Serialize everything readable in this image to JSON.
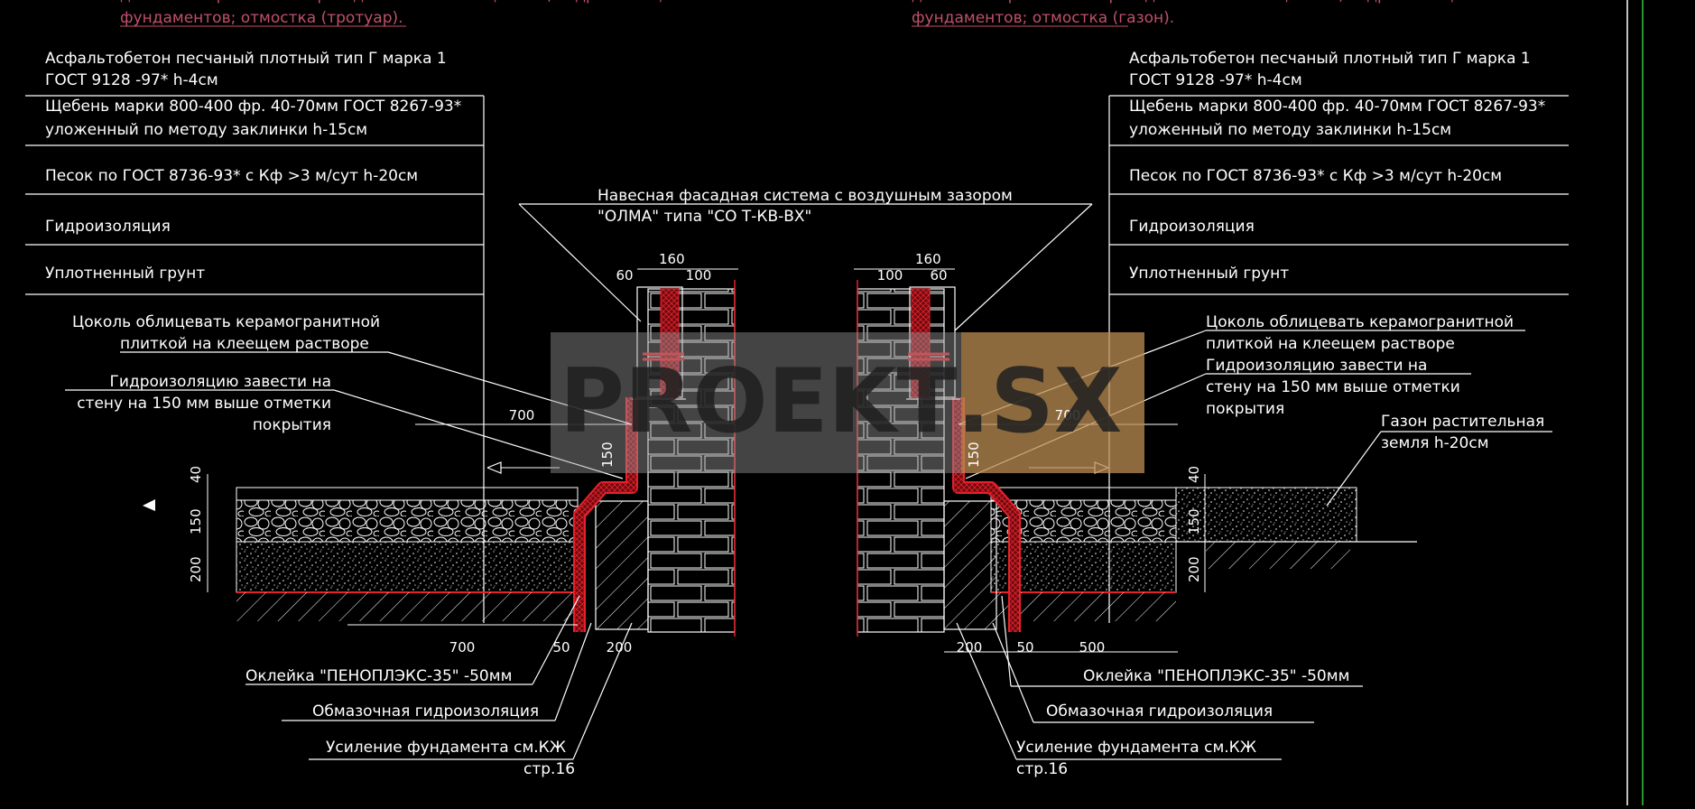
{
  "colors": {
    "background": "#000000",
    "line": "#ffffff",
    "accent_red": "#e8202a",
    "note_red": "#c0506a",
    "watermark_gray": "#9a9a9a",
    "watermark_orange": "#c88a3a",
    "frame_green": "#37c837"
  },
  "left": {
    "header_line1": "детали от примыкание фасадной системы к цоколю; гидроизоляции стен и",
    "header_line2": "фундаментов; отмостка (тротуар).",
    "layers": [
      {
        "line1": "Асфальтобетон песчаный плотный тип Г марка 1",
        "line2": "ГОСТ 9128 -97* h-4см"
      },
      {
        "line1": "Щебень марки 800-400 фр. 40-70мм ГОСТ 8267-93*",
        "line2": "уложенный по методу заклинки h-15см"
      },
      {
        "line1": "Песок по ГОСТ 8736-93* с Кф >3 м/сут h-20см",
        "line2": ""
      },
      {
        "line1": "Гидроизоляция",
        "line2": ""
      },
      {
        "line1": "Уплотненный грунт",
        "line2": ""
      }
    ],
    "plinth_note": [
      "Цоколь облицевать керамогранитной",
      "плиткой на клеещем растворе"
    ],
    "waterproof_note": [
      "Гидроизоляцию завести на",
      "стену на 150 мм выше отметки",
      "покрытия"
    ],
    "bottom_notes": [
      "Оклейка \"ПЕНОПЛЭКС-35\" -50мм",
      "Обмазочная гидроизоляция",
      "Усиление фундамента см.КЖ",
      "стр.16"
    ],
    "dims": {
      "d700_top": "700",
      "d700_bottom": "700",
      "d50": "50",
      "d200": "200",
      "d160": "160",
      "d60": "60",
      "d100": "100",
      "d150_v": "150",
      "d40": "40",
      "d150": "150",
      "d200_v": "200"
    }
  },
  "right": {
    "header_line1": "детали от примыкание фасадной системы к цоколю; гидроизоляции стен и",
    "header_line2": "фундаментов; отмостка (газон).",
    "layers": [
      {
        "line1": "Асфальтобетон песчаный плотный тип Г марка 1",
        "line2": "ГОСТ 9128 -97* h-4см"
      },
      {
        "line1": "Щебень марки 800-400 фр. 40-70мм ГОСТ 8267-93*",
        "line2": "уложенный по методу заклинки h-15см"
      },
      {
        "line1": "Песок по ГОСТ 8736-93* с Кф >3 м/сут h-20см",
        "line2": ""
      },
      {
        "line1": "Гидроизоляция",
        "line2": ""
      },
      {
        "line1": "Уплотненный грунт",
        "line2": ""
      }
    ],
    "plinth_note": [
      "Цоколь облицевать керамогранитной",
      "плиткой на клеещем растворе"
    ],
    "waterproof_note": [
      "Гидроизоляцию завести на",
      "стену на 150 мм выше отметки",
      "покрытия"
    ],
    "lawn_note": [
      "Газон растительная",
      "земля h-20см"
    ],
    "bottom_notes": [
      "Оклейка \"ПЕНОПЛЭКС-35\" -50мм",
      "Обмазочная гидроизоляция",
      "Усиление фундамента см.КЖ",
      "стр.16"
    ],
    "dims": {
      "d700_top": "700",
      "d500": "500",
      "d50": "50",
      "d200": "200",
      "d160": "160",
      "d60": "60",
      "d100": "100",
      "d150_v": "150",
      "d40": "40",
      "d150": "150",
      "d200_v": "200"
    }
  },
  "facade_note": [
    "Навесная фасадная система с воздушным зазором",
    "\"ОЛМА\" типа \"СО Т-КВ-ВХ\""
  ],
  "watermark": {
    "part1": "PROEKT",
    "part2": ".SX"
  }
}
